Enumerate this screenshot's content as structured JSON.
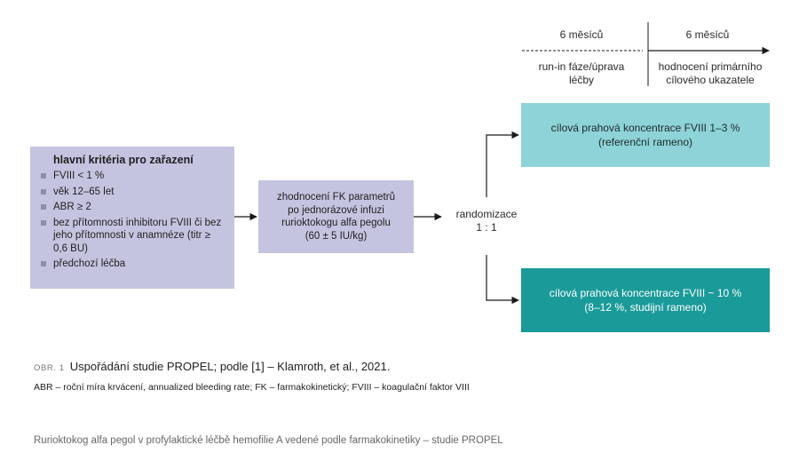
{
  "timeline": {
    "left_duration": "6 měsíců",
    "right_duration": "6 měsíců",
    "left_phase_line1": "run-in fáze/úprava",
    "left_phase_line2": "léčby",
    "right_phase_line1": "hodnocení primárního",
    "right_phase_line2": "cílového ukazatele"
  },
  "criteria": {
    "title": "hlavní kritéria pro zařazení",
    "items": [
      "FVIII < 1 %",
      "věk 12–65 let",
      "ABR ≥ 2",
      "bez přítomnosti inhibitoru FVIII či bez jeho přítomnosti v anamnéze (titr ≥ 0,6 BU)",
      "předchozí léčba"
    ]
  },
  "fk_box": {
    "line1": "zhodnocení FK parametrů",
    "line2": "po jednorázové infuzi",
    "line3": "rurioktokogu alfa pegolu",
    "line4": "(60 ± 5 IU/kg)"
  },
  "randomization": {
    "line1": "randomizace",
    "line2": "1 : 1"
  },
  "reference_arm": {
    "line1": "cílová prahová koncentrace FVIII 1–3 %",
    "line2": "(referenční rameno)",
    "color": "#8dd3d7"
  },
  "study_arm": {
    "line1": "cílová prahová koncentrace FVIII ~ 10 %",
    "line2": "(8–12 %, studijní rameno)",
    "color": "#1b9a9a"
  },
  "caption": {
    "label": "OBR. 1",
    "text": "Uspořádání studie PROPEL; podle [1] – Klamroth, et al., 2021.",
    "abbreviations": "ABR – roční míra krvácení, annualized bleeding rate; FK – farmakokinetický; FVIII – koagulační faktor VIII"
  },
  "footer": "Rurioktokog alfa pegol v profylaktické léčbě hemofilie A vedené podle farmakokinetiky – studie PROPEL"
}
